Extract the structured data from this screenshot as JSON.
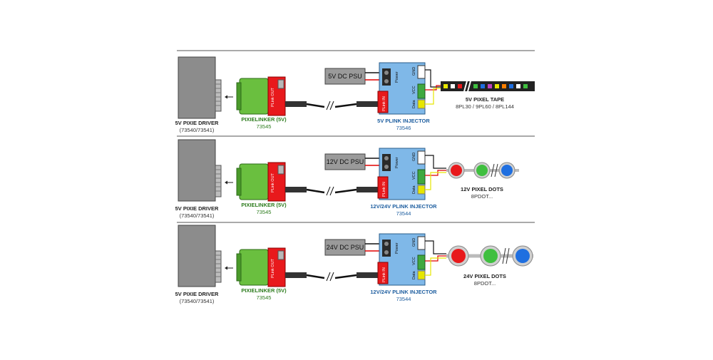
{
  "colors": {
    "green_label": "#2e7d1f",
    "blue_label": "#1f5fa0",
    "driver_gray": "#8c8c8c",
    "linker_green": "#6abf3f",
    "plink_red": "#e8191c",
    "injector_blue": "#7fb8e8",
    "psu_gray": "#9a9a9a",
    "wire_red": "#e00000",
    "wire_yellow": "#e6e600",
    "wire_black": "#111111",
    "dot_red": "#e8191c",
    "dot_green": "#3fbf3f",
    "dot_blue": "#1f6fe0"
  },
  "common": {
    "driver_title": "5V PIXIE DRIVER",
    "driver_sub": "(73540/73541)",
    "linker_title": "PIXIELINKER (5V)",
    "linker_sub": "73545",
    "plink_out_label": "PLink OUT",
    "plink_in_label": "PLink IN",
    "power_label": "Power",
    "gnd_label": "GND",
    "vcc_label": "VCC",
    "data_label": "Data"
  },
  "rows": [
    {
      "psu_label": "5V DC PSU",
      "injector_title": "5V PLINK INJECTOR",
      "injector_sub": "73546",
      "output_title": "5V PIXEL TAPE",
      "output_sub": "8PL30 / 9PL60 / 8PL144",
      "output_type": "tape"
    },
    {
      "psu_label": "12V DC PSU",
      "injector_title": "12V/24V PLINK INJECTOR",
      "injector_sub": "73544",
      "output_title": "12V PIXEL DOTS",
      "output_sub": "8PDOT...",
      "output_type": "dots-small"
    },
    {
      "psu_label": "24V DC PSU",
      "injector_title": "12V/24V PLINK INJECTOR",
      "injector_sub": "73544",
      "output_title": "24V PIXEL DOTS",
      "output_sub": "8PDOT...",
      "output_type": "dots-large"
    }
  ]
}
